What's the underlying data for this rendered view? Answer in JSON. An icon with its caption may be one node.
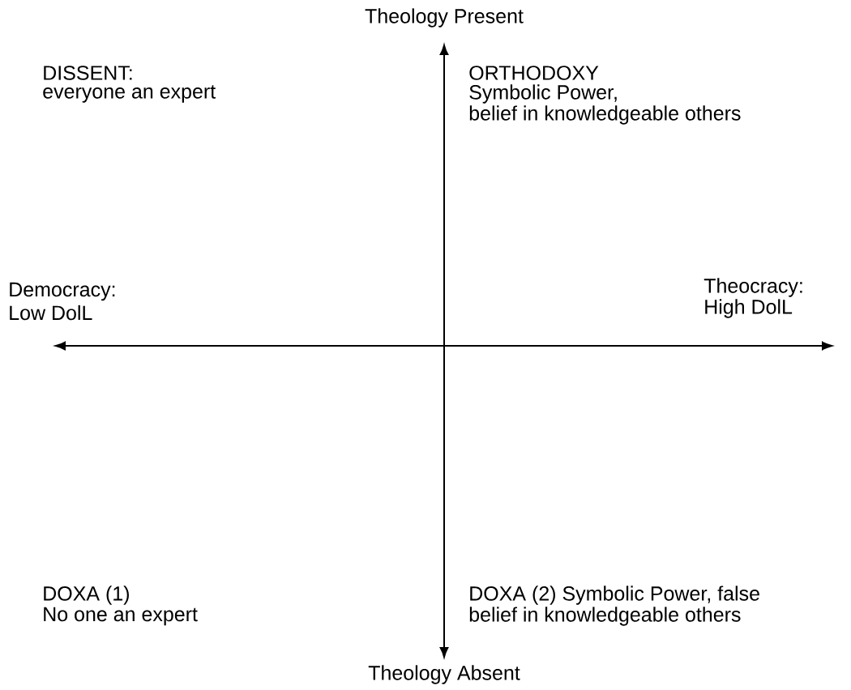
{
  "diagram": {
    "labels": [
      "Theology Present",
      "DISSENT:",
      "everyone an expert",
      "ORTHODOXY",
      "Symbolic Power,",
      "belief in knowledgeable others",
      "Democracy:",
      "Low DolL",
      "Theocracy:",
      "High DolL",
      "DOXA (1)",
      "No one an expert",
      "DOXA (2) Symbolic Power, false",
      "belief in knowledgeable others",
      "Theology Absent"
    ]
  }
}
